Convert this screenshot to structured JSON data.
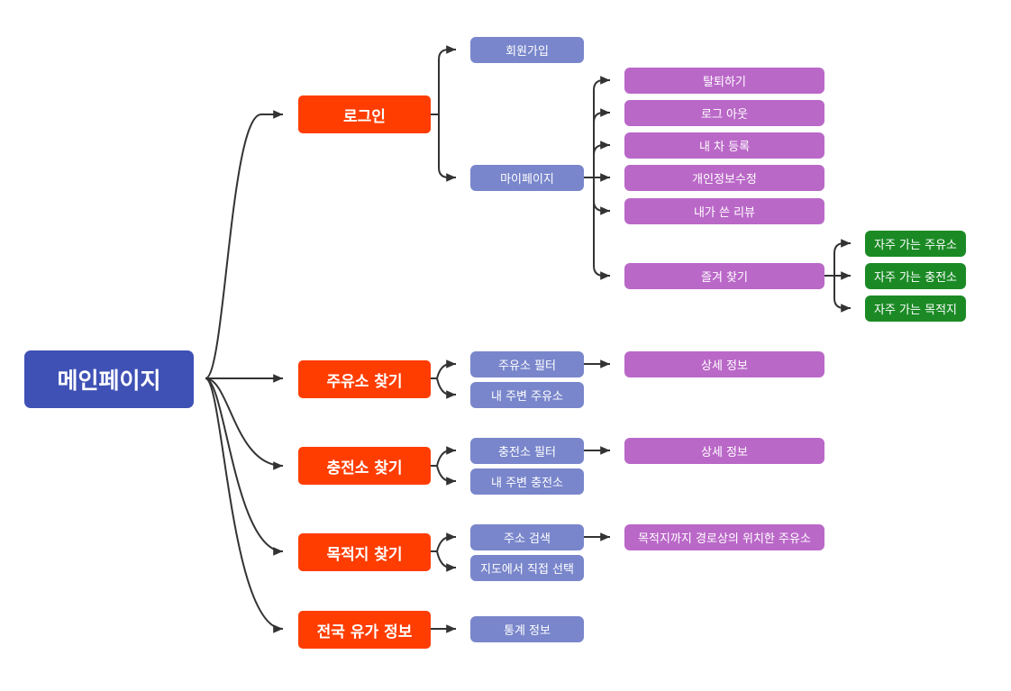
{
  "mindmap": {
    "root": "메인페이지",
    "login": "로그인",
    "join": "회원가입",
    "mypage": "마이페이지",
    "withdraw": "탈퇴하기",
    "logout": "로그 아웃",
    "register_car": "내 차 등록",
    "edit_profile": "개인정보수정",
    "my_reviews": "내가 쓴 리뷰",
    "favorites": "즐겨 찾기",
    "fav_gas": "자주 가는 주유소",
    "fav_charge": "자주 가는 충전소",
    "fav_dest": "자주 가는 목적지",
    "find_gas": "주유소 찾기",
    "gas_filter": "주유소 필터",
    "gas_nearby": "내 주변 주유소",
    "gas_detail": "상세 정보",
    "find_charge": "충전소 찾기",
    "charge_filter": "충전소 필터",
    "charge_nearby": "내 주변 충전소",
    "charge_detail": "상세 정보",
    "find_dest": "목적지 찾기",
    "address_search": "주소 검색",
    "map_select": "지도에서 직접 선택",
    "route_gas": "목적지까지 경로상의 위치한 주유소",
    "national_price": "전국 유가 정보",
    "statistics": "통계 정보"
  },
  "colors": {
    "root": "#3f51b5",
    "level1": "#ff3d00",
    "level2": "#7986cb",
    "level3": "#ba68c8",
    "level4": "#1b8a25",
    "connector": "#333333"
  }
}
